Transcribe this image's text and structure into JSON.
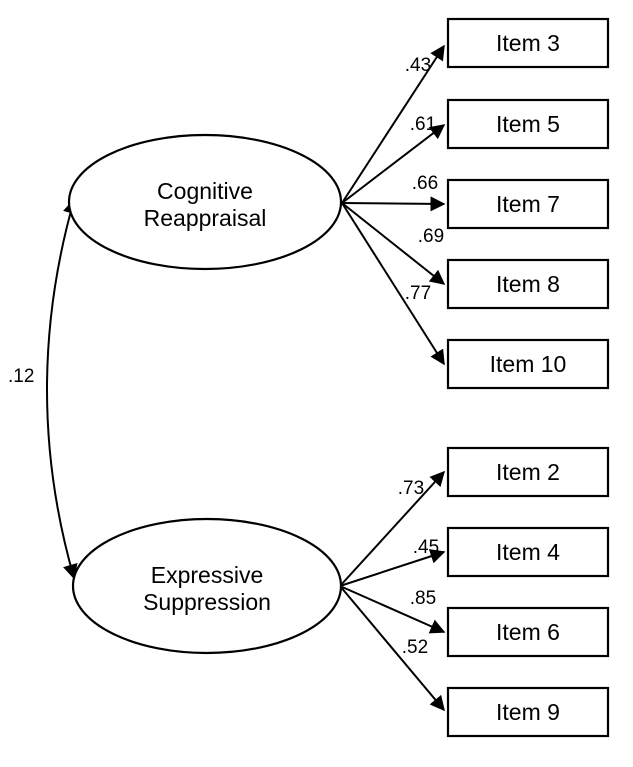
{
  "diagram_type": "confirmatory-factor-analysis-path-diagram",
  "colors": {
    "line": "#000000",
    "shape_fill": "#ffffff",
    "background": "#ffffff"
  },
  "covariance": {
    "value": ".12"
  },
  "factors": [
    {
      "name": "Cognitive Reappraisal",
      "label_line1": "Cognitive",
      "label_line2": "Reappraisal",
      "indicators": [
        {
          "item": "Item 3",
          "loading": ".43"
        },
        {
          "item": "Item 5",
          "loading": ".61"
        },
        {
          "item": "Item 7",
          "loading": ".66"
        },
        {
          "item": "Item 8",
          "loading": ".69"
        },
        {
          "item": "Item 10",
          "loading": ".77"
        }
      ]
    },
    {
      "name": "Expressive Suppression",
      "label_line1": "Expressive",
      "label_line2": "Suppression",
      "indicators": [
        {
          "item": "Item 2",
          "loading": ".73"
        },
        {
          "item": "Item 4",
          "loading": ".45"
        },
        {
          "item": "Item 6",
          "loading": ".85"
        },
        {
          "item": "Item 9",
          "loading": ".52"
        }
      ]
    }
  ]
}
